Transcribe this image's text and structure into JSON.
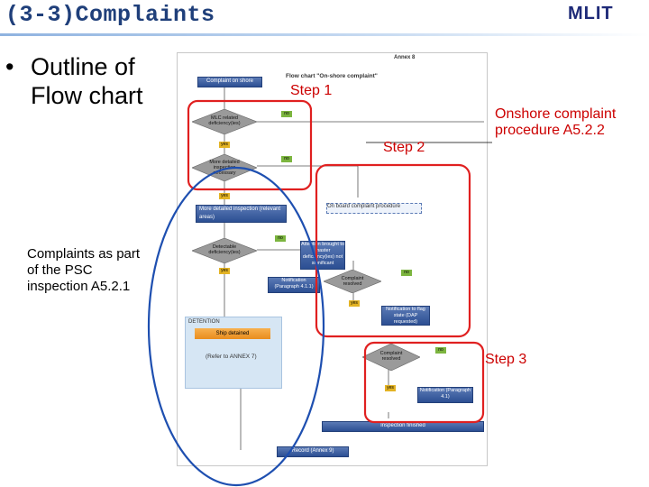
{
  "header": {
    "title": "(3-3)Complaints",
    "logo": "MLIT"
  },
  "bullet": {
    "marker": "•",
    "text": "Outline of Flow chart"
  },
  "flowchart": {
    "annex": "Annex 8",
    "heading": "Flow chart \"On-shore complaint\"",
    "boxes": {
      "complaint_on_shore": "Complaint on shore",
      "more_detailed_inspection": "More detailed inspection (relevant areas)",
      "onboard_complaint_procedure": "On board complaint procedure",
      "attention_brought": "Attention brought to master deficiency(ies) not significant",
      "notification_1": "Notification (Paragraph 4.1.1)",
      "notification_flag": "Notification to flag state (DAP requested)",
      "detention": "DETENTION",
      "ship_detained": "Ship detained",
      "refer_annex": "(Refer to ANNEX 7)",
      "inspection_finished": "Inspection finished",
      "record": "Record (Annex 9)",
      "notification_2": "Notification (Paragraph 4.1)"
    },
    "diamonds": {
      "mlc_deficiency": "MLC related deficiency(ies)",
      "more_detailed_needed": "More detailed inspection necessary",
      "detectable_deficiency": "Detectable deficiency(ies)",
      "complaint_resolved_1": "Complaint resolved",
      "complaint_resolved_2": "Complaint resolved"
    },
    "tags": {
      "yes": "yes",
      "no": "no"
    }
  },
  "annotations": {
    "step1": "Step 1",
    "step2": "Step 2",
    "step3": "Step 3",
    "onshore": "Onshore complaint procedure A5.2.2",
    "psc": "Complaints as part of the PSC inspection A5.2.1"
  },
  "colors": {
    "title": "#1f3f7a",
    "red_outline": "#e02020",
    "blue_outline": "#1e4fb0",
    "box_blue": "#2c4f93",
    "yes_tag": "#e3b324",
    "no_tag": "#7cb53f"
  }
}
